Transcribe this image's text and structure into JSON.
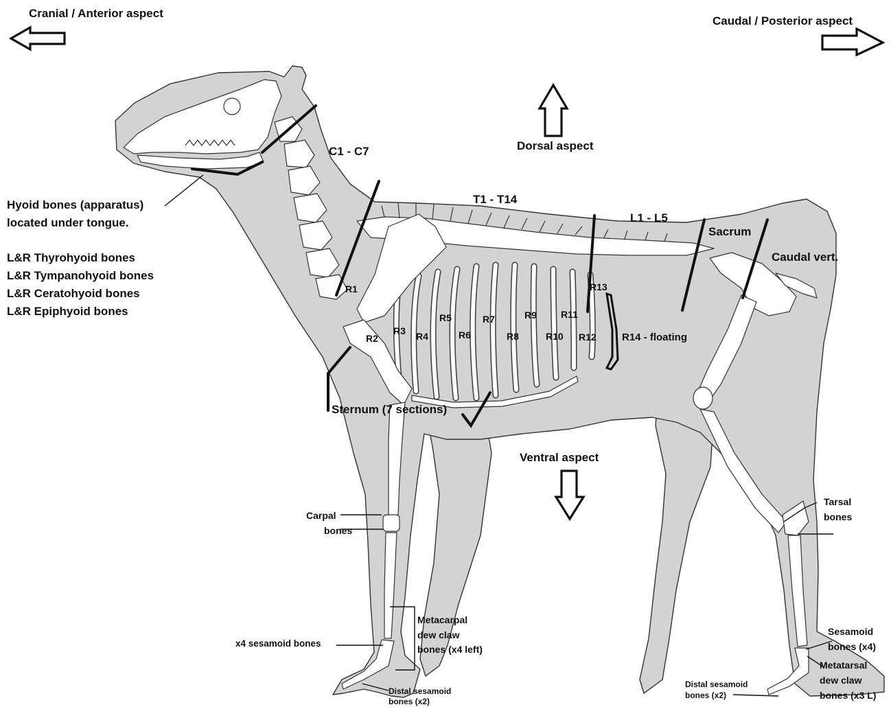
{
  "directions": {
    "cranial": "Cranial / Anterior aspect",
    "caudal": "Caudal / Posterior aspect",
    "dorsal": "Dorsal aspect",
    "ventral": "Ventral aspect"
  },
  "vertebrae": {
    "cervical": "C1 - C7",
    "thoracic": "T1 - T14",
    "lumbar": "L1 - L5",
    "sacrum": "Sacrum",
    "caudal": "Caudal vert."
  },
  "hyoid": {
    "title_line1": "Hyoid bones (apparatus)",
    "title_line2": "located under tongue.",
    "bones": [
      "L&R Thyrohyoid bones",
      "L&R Tympanohyoid bones",
      "L&R Ceratohyoid bones",
      "L&R Epiphyoid bones"
    ]
  },
  "ribs": [
    "R1",
    "R2",
    "R3",
    "R4",
    "R5",
    "R6",
    "R7",
    "R8",
    "R9",
    "R10",
    "R11",
    "R12",
    "R13",
    "R14 - floating"
  ],
  "sternum": "Sternum (7 sections)",
  "forelimb": {
    "carpal_line1": "Carpal",
    "carpal_line2": "bones",
    "metacarpal_line1": "Metacarpal",
    "metacarpal_line2": "dew claw",
    "metacarpal_line3": "bones (x4 left)",
    "sesamoid": "x4 sesamoid bones",
    "distal_line1": "Distal sesamoid",
    "distal_line2": "bones (x2)"
  },
  "hindlimb": {
    "tarsal_line1": "Tarsal",
    "tarsal_line2": "bones",
    "sesamoid_line1": "Sesamoid",
    "sesamoid_line2": "bones (x4)",
    "metatarsal_line1": "Metatarsal",
    "metatarsal_line2": "dew claw",
    "metatarsal_line3": "bones (x3 L)",
    "distal_line1": "Distal sesamoid",
    "distal_line2": "bones (x2)"
  },
  "colors": {
    "body_fill": "#d3d3d3",
    "outline": "#333333",
    "bone_fill": "#ffffff",
    "marker": "#111111"
  }
}
